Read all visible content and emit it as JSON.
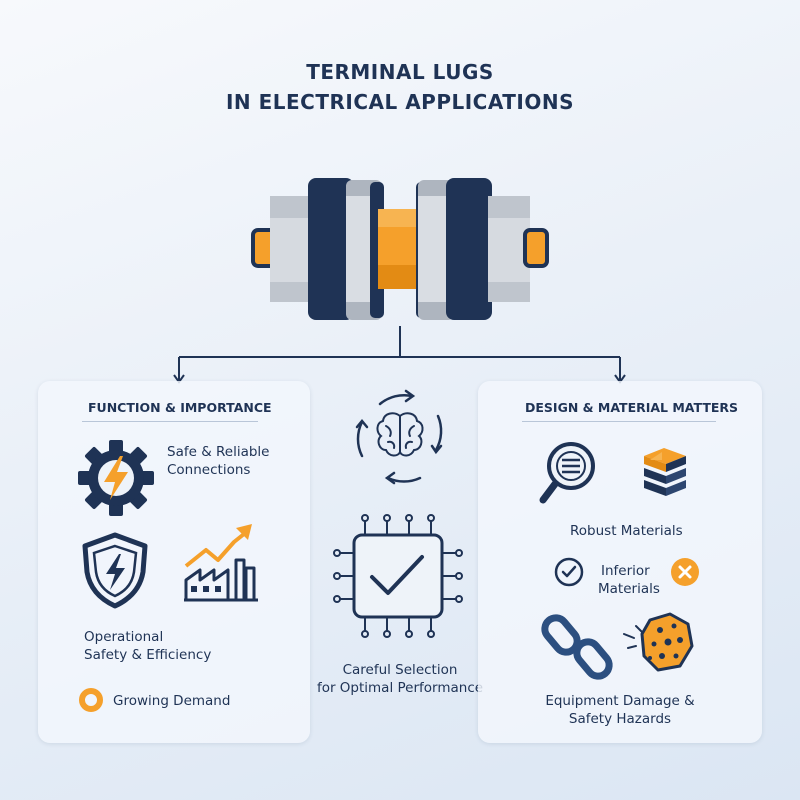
{
  "title": {
    "line1": "TERMINAL LUGS",
    "line2": "IN ELECTRICAL APPLICATIONS"
  },
  "left_panel": {
    "heading": "FUNCTION & IMPORTANCE",
    "item1": {
      "line1": "Safe & Reliable",
      "line2": "Connections",
      "icon": "gear-lightning-icon"
    },
    "item2": {
      "line1": "Operational",
      "line2": "Safety & Efficiency",
      "icons": [
        "shield-lightning-icon",
        "factory-growth-icon"
      ]
    },
    "item3": {
      "label": "Growing Demand",
      "icon": "orange-ring-icon"
    }
  },
  "center": {
    "line1": "Careful Selection",
    "line2": "for Optimal Performance",
    "icons": [
      "brain-cycle-icon",
      "chip-check-icon"
    ]
  },
  "right_panel": {
    "heading": "DESIGN & MATERIAL MATTERS",
    "robust": "Robust Materials",
    "inferior": {
      "line1": "Inferior",
      "line2": "Materials"
    },
    "damage": {
      "line1": "Equipment Damage &",
      "line2": "Safety Hazards"
    },
    "icons": [
      "magnifier-icon",
      "material-layers-icon",
      "check-circle-icon",
      "x-circle-icon",
      "broken-chain-icon",
      "corroded-material-icon"
    ]
  },
  "colors": {
    "navy": "#1f3355",
    "orange": "#f5a02b",
    "grey": "#c9ced6",
    "background": "#eaf0f8"
  }
}
